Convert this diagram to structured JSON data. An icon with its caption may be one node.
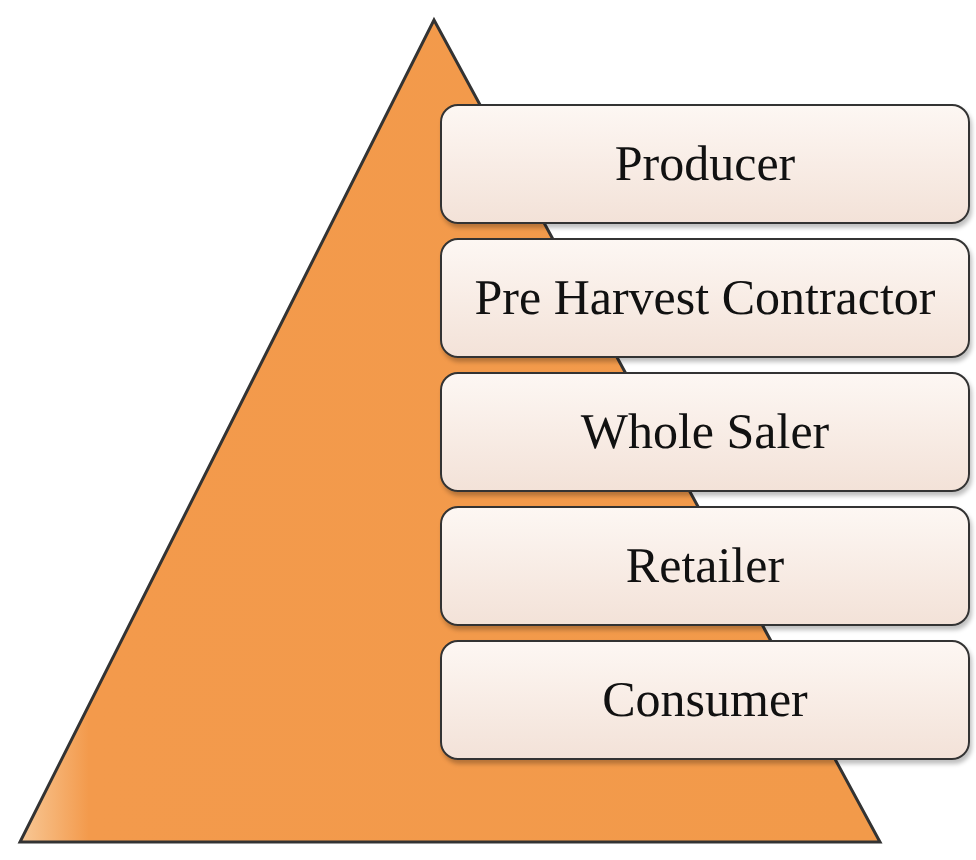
{
  "diagram": {
    "nodes": [
      {
        "text": [
          "Producer"
        ]
      },
      {
        "text": [
          "Pre Harvest Contractor"
        ]
      },
      {
        "text": [
          "Whole Saler"
        ]
      },
      {
        "text": [
          "Retailer"
        ]
      },
      {
        "text": [
          "Consumer"
        ]
      }
    ],
    "edges": []
  }
}
